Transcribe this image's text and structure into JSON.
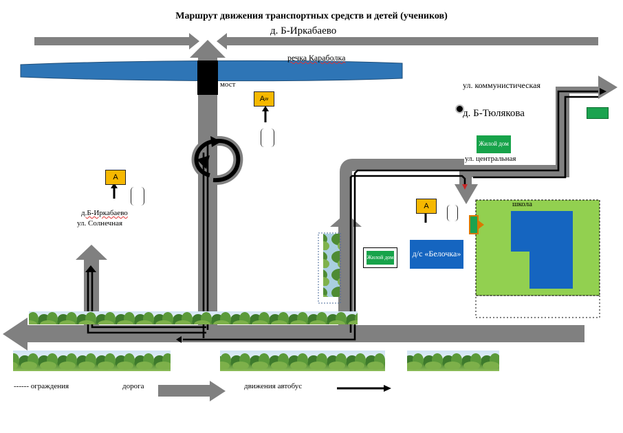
{
  "title": "Маршрут  движения транспортных средств и детей (учеников)",
  "labels": {
    "village_top": "д. Б-Иркабаево",
    "river": "речка Караболка",
    "bridge": "мост",
    "street_kommunisticheskaya": "ул. коммунистическая",
    "village_tyulyakova": "д. Б-Тюлякова",
    "street_centralnaya": "ул. центральная",
    "village_left": "д.Б-Иркабаево",
    "street_solnechnaya": "ул. Солнечная",
    "school": "школа",
    "house": "Жилой дом",
    "kindergarten": "д/с «Белочка»"
  },
  "bus_stop_signs": [
    {
      "letter": "А",
      "subscript": "w"
    },
    {
      "letter": "А",
      "subscript": ""
    },
    {
      "letter": "А",
      "subscript": ""
    }
  ],
  "legend": {
    "fence": "------ ограждения",
    "road": "дорога",
    "bus": "движения автобус"
  },
  "colors": {
    "road": "#808080",
    "bus_route": "#000000",
    "river": "#2e75b6",
    "stop_sign": "#f6b800",
    "school_yard": "#92d050",
    "school_building": "#1565c0",
    "kindergarten": "#1565c0",
    "house": "#17a34a",
    "trees": "#4f8a34"
  }
}
